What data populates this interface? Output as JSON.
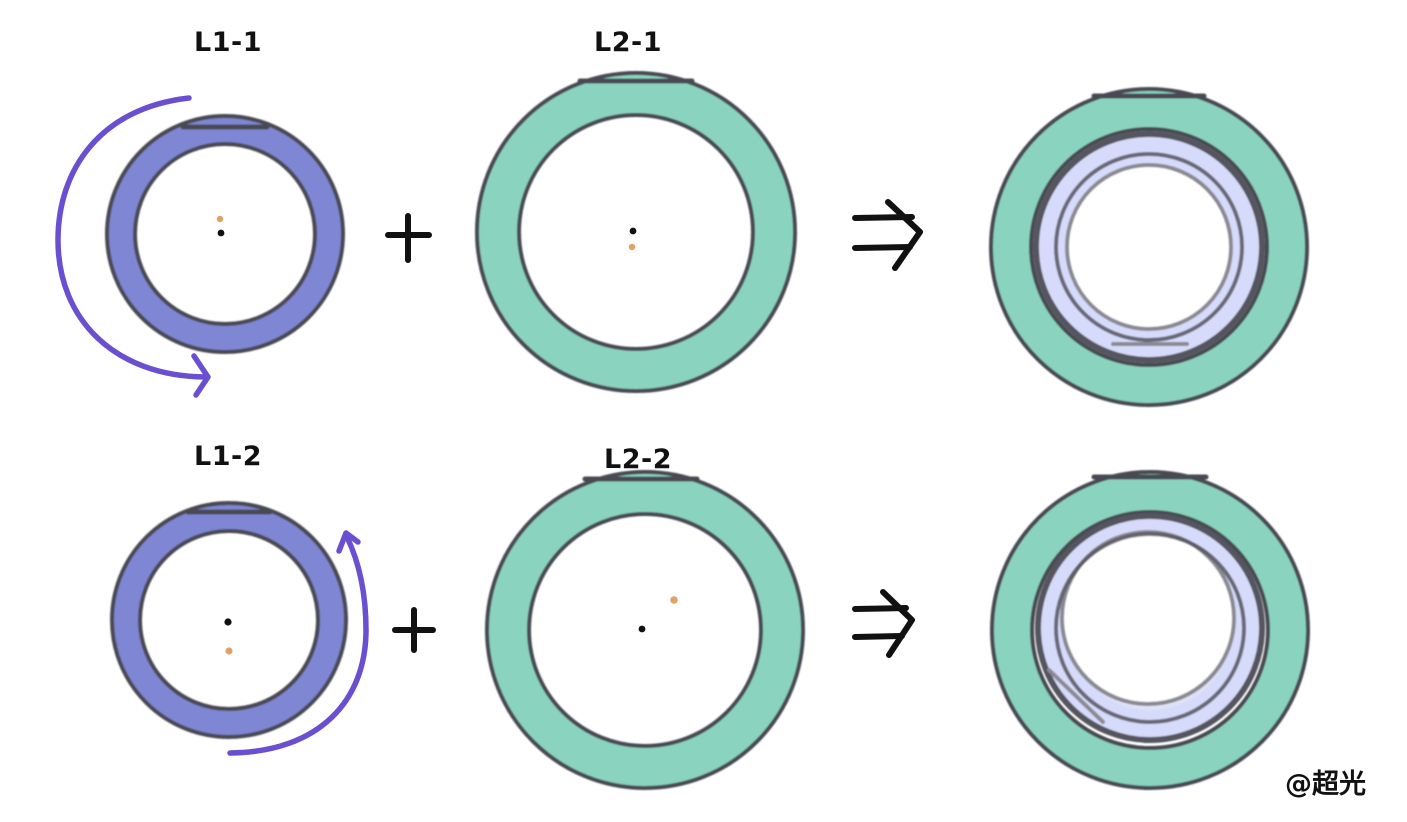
{
  "labels": {
    "l1_1": "L1-1",
    "l2_1": "L2-1",
    "l1_2": "L1-2",
    "l2_2": "L2-2"
  },
  "watermark": "@超光",
  "colors": {
    "ring_small": "#7f86d4",
    "ring_large": "#8ad4bf",
    "ring_combined_inner": "#d6dbfb",
    "ring_border": "#4a4952",
    "rotation_arrow": "#6a4fd0",
    "center_dot_black": "#111111",
    "center_dot_orange": "#e0a266"
  },
  "icons": {
    "plus": "plus-icon",
    "implies": "implies-arrow-icon",
    "rotation": "curved-arrow-icon"
  }
}
